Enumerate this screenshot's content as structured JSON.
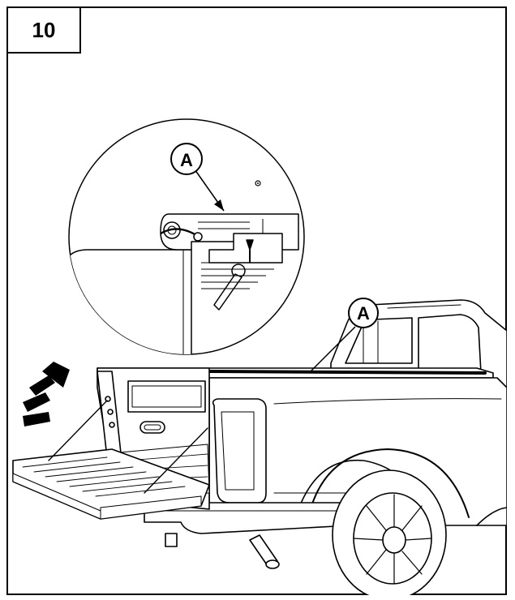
{
  "step": {
    "number": "10"
  },
  "callouts": {
    "detail_label": "A",
    "truck_label": "A"
  },
  "icons": {
    "motion_arrow": "curved-dashed-arrow-icon"
  }
}
